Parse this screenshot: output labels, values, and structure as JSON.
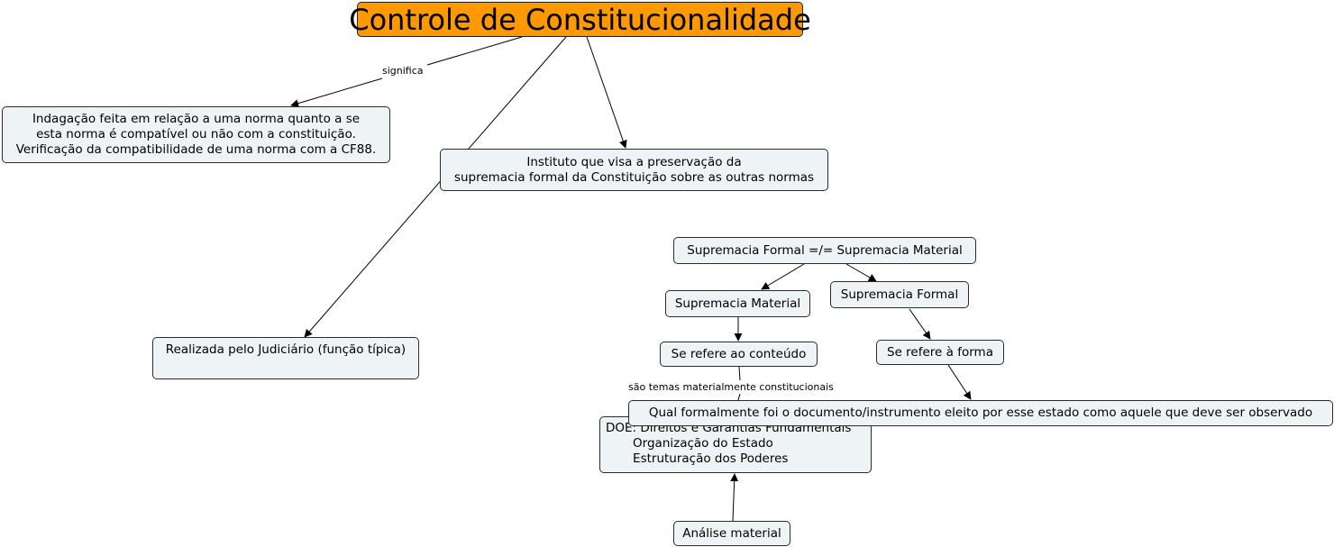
{
  "nodes": {
    "root": "Controle de Constitucionalidade",
    "indagacao": "Indagação feita em relação a uma norma quanto a se\nesta norma é compatível ou não com a constituição.\nVerificação da compatibilidade de uma norma com a CF88.",
    "instituto": "Instituto que visa a preservação da\nsupremacia formal da Constituição sobre as outras normas",
    "realizada": "Realizada pelo Judiciário (função típica)",
    "supremacia_formal_vs_material": "Supremacia Formal =/= Supremacia Material",
    "supremacia_material": "Supremacia Material",
    "supremacia_formal": "Supremacia Formal",
    "refere_conteudo": "Se refere ao conteúdo",
    "refere_forma": "Se refere à forma",
    "qual_formalmente": "Qual formalmente foi o documento/instrumento eleito por esse estado como aquele que deve ser observado",
    "doe": "DOE: Direitos e Garantias Fundamentais\n       Organização do Estado\n       Estruturação dos Poderes",
    "analise_material": "Análise material"
  },
  "link_labels": {
    "significa": "significa",
    "sao_temas": "são temas materialmente constitucionais"
  },
  "colors": {
    "root_fill": "#ff9900",
    "node_fill": "#eef3f5",
    "line": "#000000"
  }
}
